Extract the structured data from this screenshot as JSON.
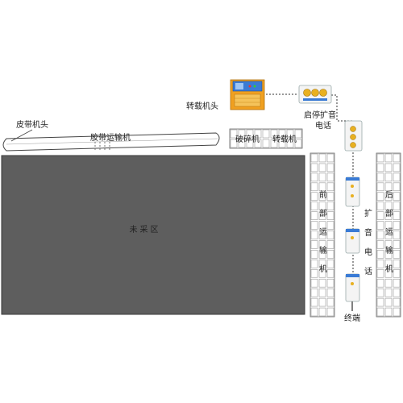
{
  "labels": {
    "belt_head": "皮带机头",
    "belt_conveyor": "胶带运输机",
    "crusher": "破碎机",
    "transfer_small": "转载机",
    "transfer_head": "转载机头",
    "start_stop_1": "启停扩音",
    "start_stop_2": "电话",
    "unmined": "未采区",
    "front_conveyor": [
      "前",
      "部",
      "运",
      "输",
      "机"
    ],
    "rear_conveyor": [
      "后",
      "部",
      "运",
      "输",
      "机"
    ],
    "loudspeaker_phone": [
      "扩",
      "音",
      "电",
      "话"
    ],
    "terminal": "终端"
  },
  "colors": {
    "unmined_area": "#5e5e5e",
    "control_box_orange": "#f0a020",
    "control_box_blue": "#3a7bd5",
    "device_gold": "#e8b020",
    "line": "#333333"
  },
  "icons": {
    "transfer_controller": "control-cabinet-icon",
    "start_stop_box": "start-stop-box-icon",
    "phone_unit": "loudspeaker-phone-icon",
    "terminal_unit": "terminal-unit-icon"
  }
}
